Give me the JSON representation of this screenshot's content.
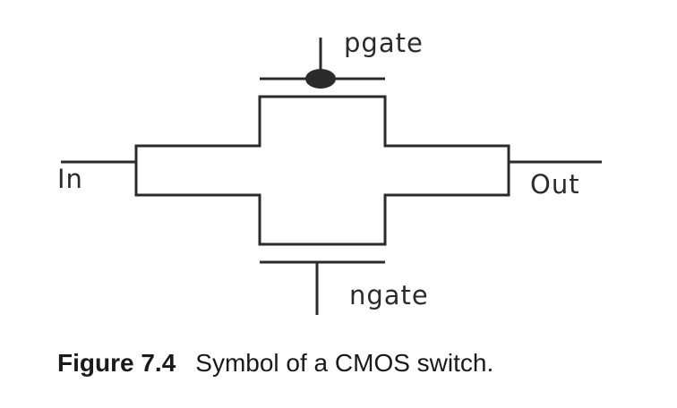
{
  "diagram": {
    "labels": {
      "pgate": "pgate",
      "ngate": "ngate",
      "in": "In",
      "out": "Out"
    },
    "colors": {
      "stroke": "#2b2b2b",
      "text": "#2b2b2b"
    }
  },
  "caption": {
    "figure_number": "Figure 7.4",
    "text": "Symbol of a CMOS switch."
  }
}
